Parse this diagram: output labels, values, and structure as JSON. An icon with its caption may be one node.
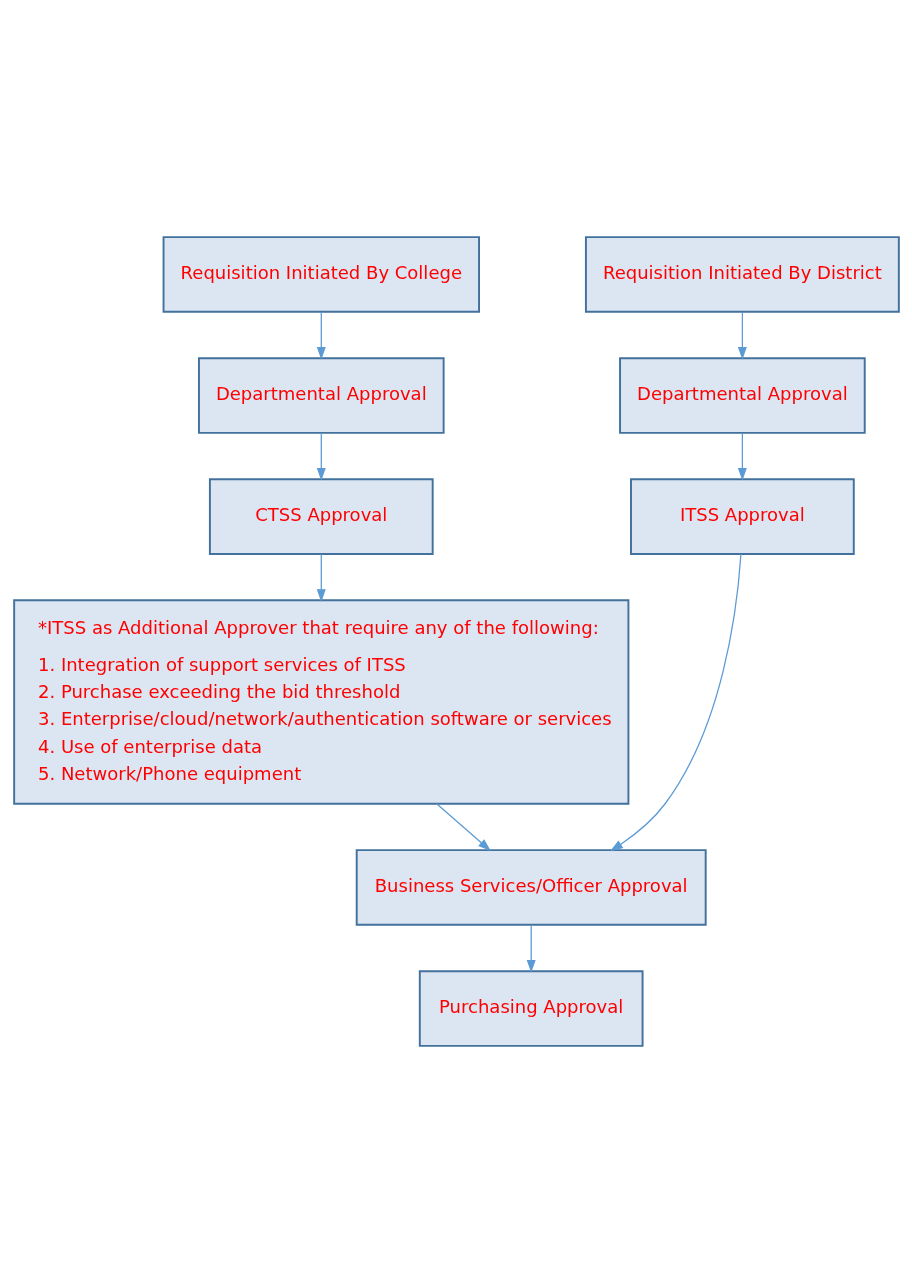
{
  "diagram": {
    "nodes": [
      {
        "text": [
          "Requisition Initiated By College"
        ]
      },
      {
        "text": [
          "Requisition Initiated By District"
        ]
      },
      {
        "text": [
          "Departmental Approval"
        ]
      },
      {
        "text": [
          "Departmental Approval"
        ]
      },
      {
        "text": [
          "CTSS Approval"
        ]
      },
      {
        "text": [
          "ITSS Approval"
        ]
      },
      {
        "text": [
          "*ITSS as Additional Approver that require any of the following:",
          "1. Integration of support services of ITSS",
          "2. Purchase exceeding the bid threshold",
          "3. Enterprise/cloud/network/authentication software or services",
          "4. Use of enterprise data",
          "5. Network/Phone equipment"
        ]
      },
      {
        "text": [
          "Business Services/Officer Approval"
        ]
      },
      {
        "text": [
          "Purchasing Approval"
        ]
      }
    ],
    "edges": [
      {
        "from": 0,
        "to": 2,
        "arrow": "to"
      },
      {
        "from": 1,
        "to": 3,
        "arrow": "to"
      },
      {
        "from": 2,
        "to": 4,
        "arrow": "to"
      },
      {
        "from": 3,
        "to": 5,
        "arrow": "to"
      },
      {
        "from": 4,
        "to": 6,
        "arrow": "to"
      },
      {
        "from": 6,
        "to": 7,
        "arrow": "to"
      },
      {
        "from": 5,
        "to": 7,
        "arrow": "to"
      },
      {
        "from": 7,
        "to": 8,
        "arrow": "to"
      }
    ]
  }
}
